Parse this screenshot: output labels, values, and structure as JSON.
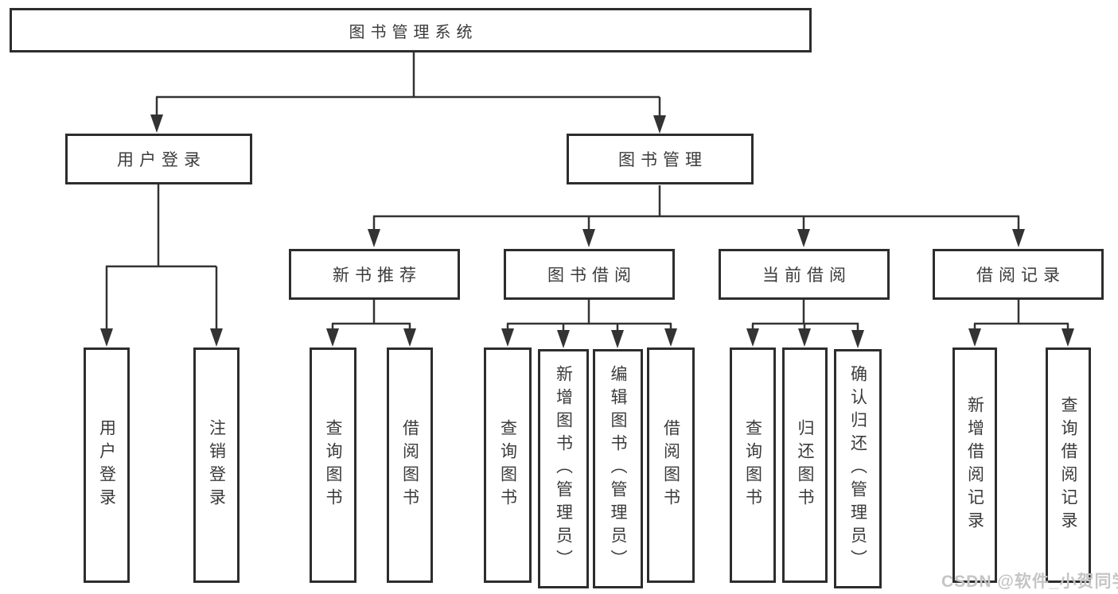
{
  "diagram_title": "图书管理系统",
  "nodes": {
    "root": "图书管理系统",
    "user_login": "用户登录",
    "book_mgmt": "图书管理",
    "new_book_rec": "新书推荐",
    "book_borrow": "图书借阅",
    "current_borrow": "当前借阅",
    "borrow_records": "借阅记录",
    "user_login_leaf": "用户登录",
    "logout_leaf": "注销登录",
    "rec_query_book": "查询图书",
    "rec_borrow_book": "借阅图书",
    "bb_query_book": "查询图书",
    "bb_add_book_admin": "新增图书（管理员）",
    "bb_edit_book_admin": "编辑图书（管理员）",
    "bb_borrow_book": "借阅图书",
    "cb_query_book": "查询图书",
    "cb_return_book": "归还图书",
    "cb_confirm_return_admin": "确认归还（管理员）",
    "br_add_record": "新增借阅记录",
    "br_query_record": "查询借阅记录"
  },
  "hierarchy": [
    {
      "parent": "图书管理系统",
      "children": [
        "用户登录",
        "图书管理"
      ]
    },
    {
      "parent": "用户登录",
      "children": [
        "用户登录",
        "注销登录"
      ]
    },
    {
      "parent": "图书管理",
      "children": [
        "新书推荐",
        "图书借阅",
        "当前借阅",
        "借阅记录"
      ]
    },
    {
      "parent": "新书推荐",
      "children": [
        "查询图书",
        "借阅图书"
      ]
    },
    {
      "parent": "图书借阅",
      "children": [
        "查询图书",
        "新增图书（管理员）",
        "编辑图书（管理员）",
        "借阅图书"
      ]
    },
    {
      "parent": "当前借阅",
      "children": [
        "查询图书",
        "归还图书",
        "确认归还（管理员）"
      ]
    },
    {
      "parent": "借阅记录",
      "children": [
        "新增借阅记录",
        "查询借阅记录"
      ]
    }
  ],
  "watermark": {
    "text": "CSDN @软件_小贺同学",
    "color": "#c5c5c5"
  },
  "colors": {
    "line": "#333333",
    "box_border": "#2d2d2d",
    "text": "#3b3b3b",
    "background": "#ffffff"
  }
}
